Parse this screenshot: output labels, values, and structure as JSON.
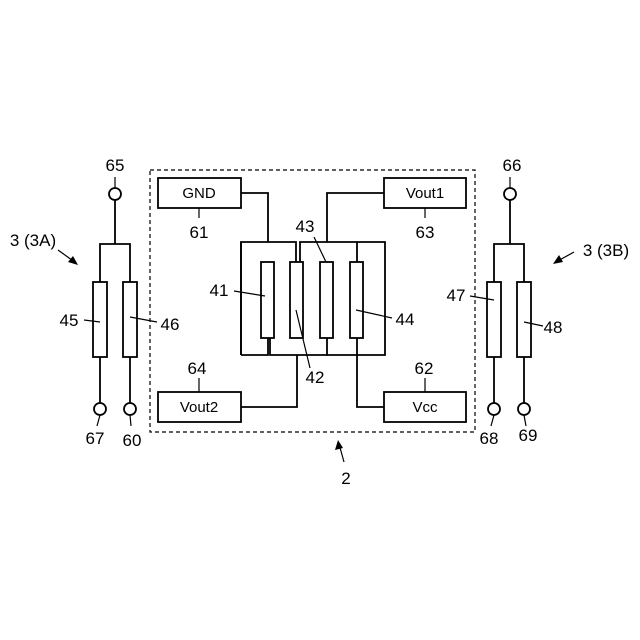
{
  "pads": {
    "gnd": "GND",
    "vout1": "Vout1",
    "vout2": "Vout2",
    "vcc": "Vcc"
  },
  "refs": {
    "r2": "2",
    "r3a": "3 (3A)",
    "r3b": "3 (3B)",
    "r41": "41",
    "r42": "42",
    "r43": "43",
    "r44": "44",
    "r45": "45",
    "r46": "46",
    "r47": "47",
    "r48": "48",
    "r60": "60",
    "r61": "61",
    "r62": "62",
    "r63": "63",
    "r64": "64",
    "r65": "65",
    "r66": "66",
    "r67": "67",
    "r68": "68",
    "r69": "69"
  }
}
